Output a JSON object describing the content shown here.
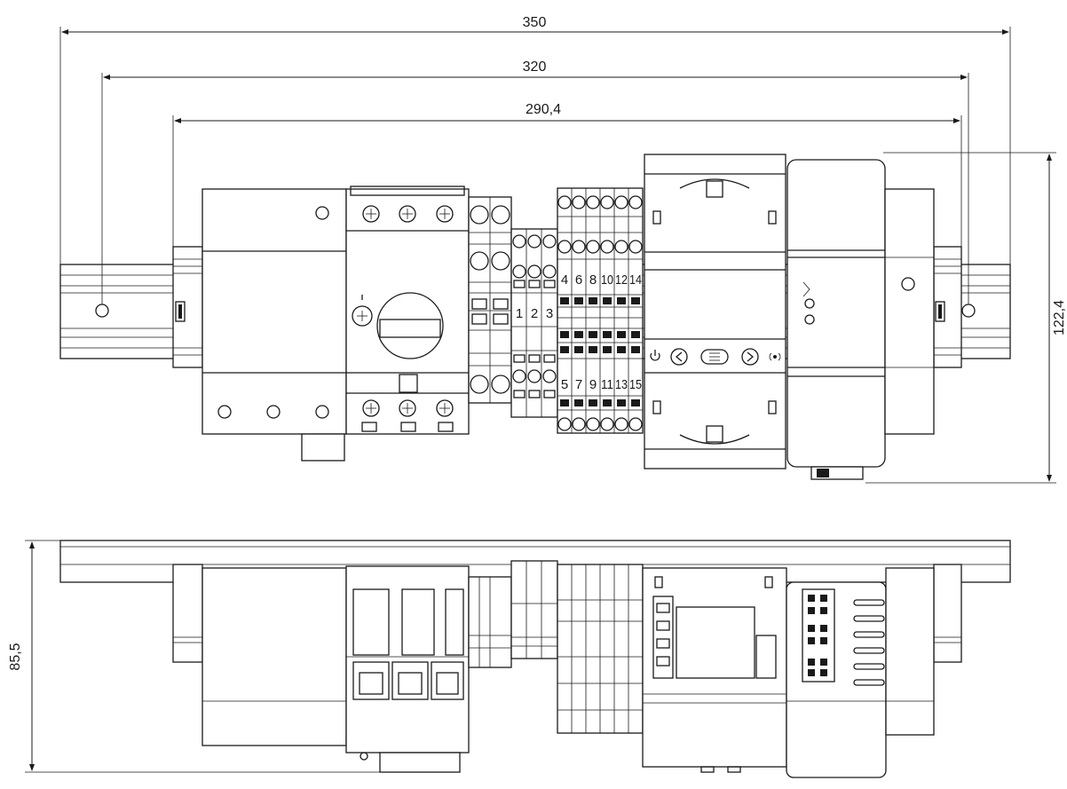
{
  "dimensions": {
    "width_total": "350",
    "rail_holes": "320",
    "assembly": "290,4",
    "height_front": "122,4",
    "depth_side": "85,5"
  },
  "terminal_labels": {
    "row_a": [
      "1",
      "2",
      "3"
    ],
    "row_b": [
      "4",
      "6",
      "8",
      "10",
      "12",
      "14"
    ],
    "row_c": [
      "5",
      "7",
      "9",
      "11",
      "13",
      "15"
    ]
  }
}
